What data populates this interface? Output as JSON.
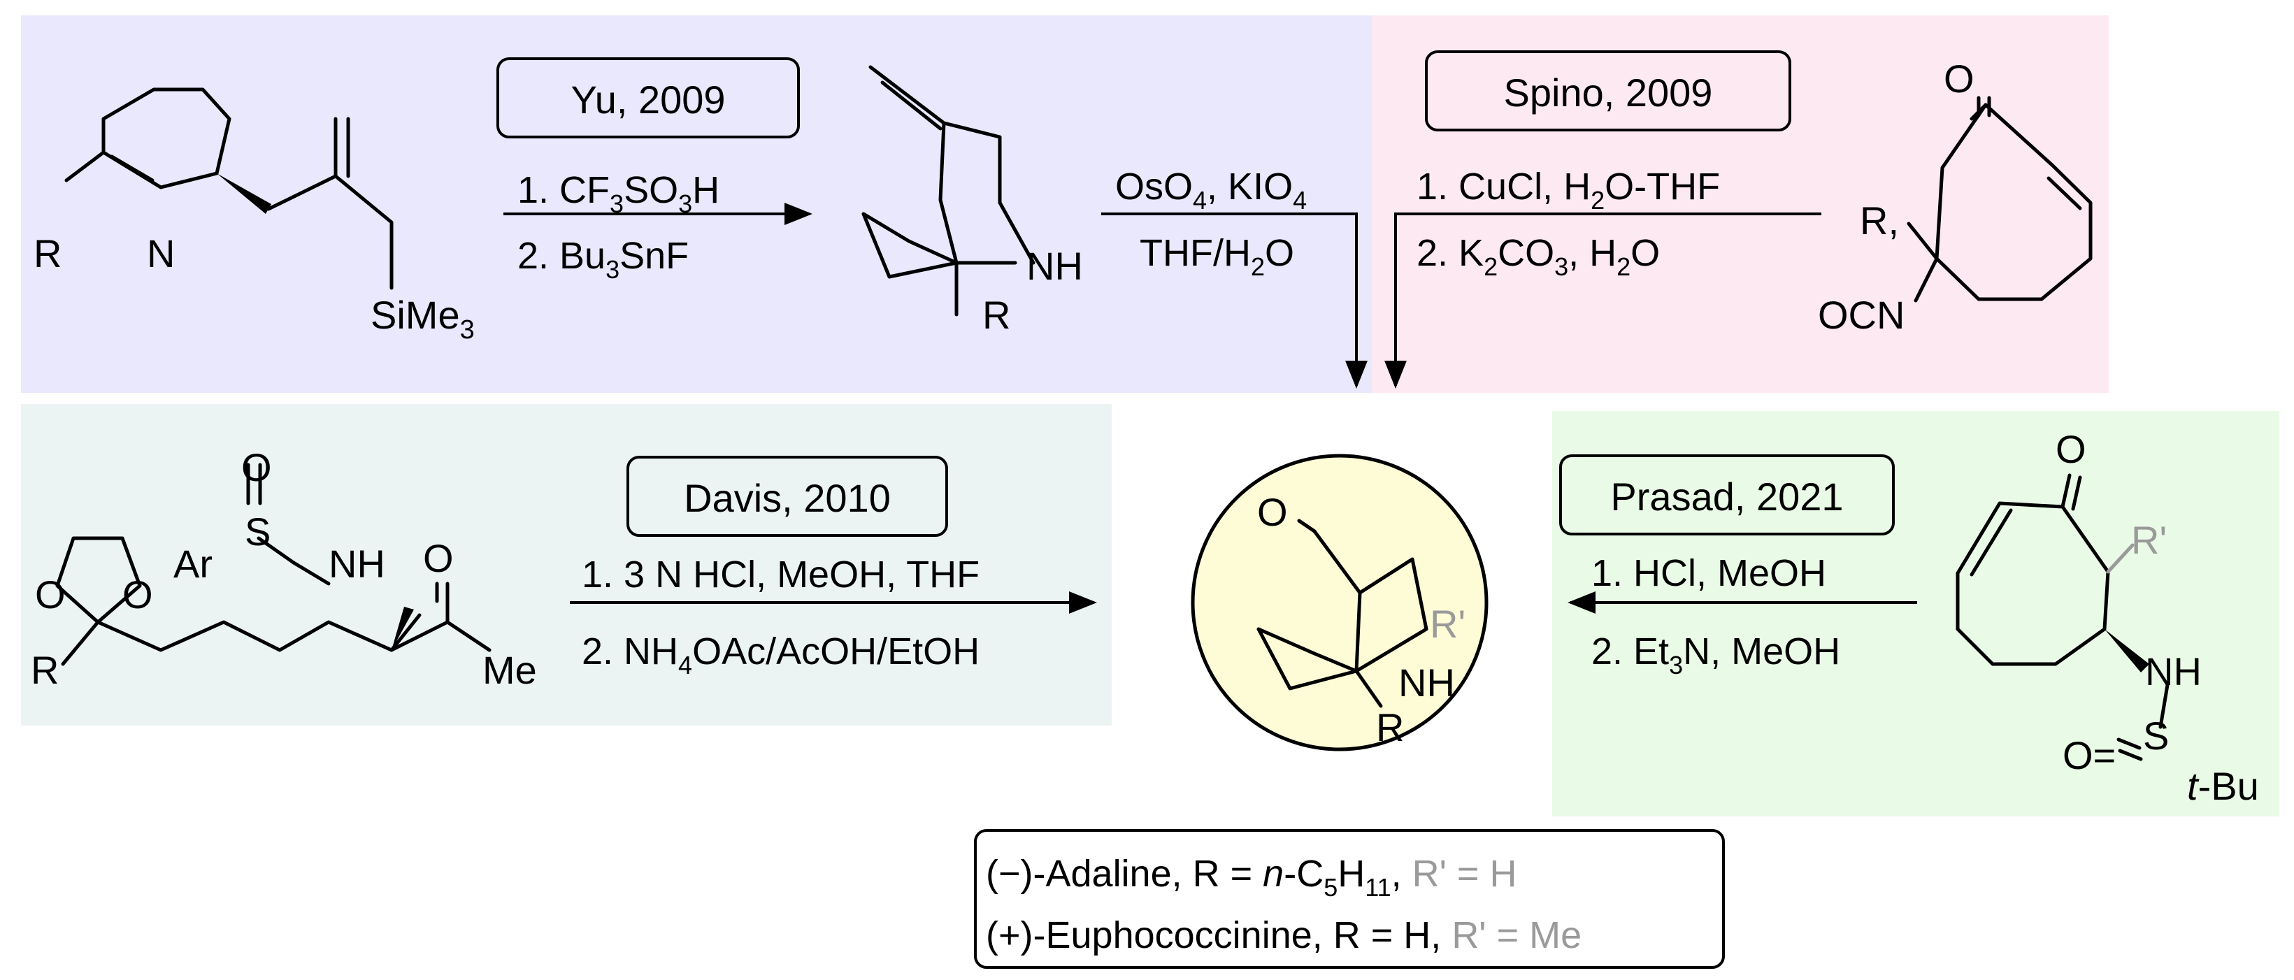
{
  "panels": {
    "yu": {
      "label": "Yu, 2009",
      "step1": "1. CF",
      "step1_sub": "3",
      "step1_mid": "SO",
      "step1_sub2": "3",
      "step1_end": "H",
      "step2": "2. Bu",
      "step2_sub": "3",
      "step2_end": "SnF"
    },
    "spino": {
      "label": "Spino, 2009",
      "step1": "1. CuCl, H",
      "step1_sub": "2",
      "step1_end": "O-THF",
      "step2": "2. K",
      "step2_sub": "2",
      "step2_mid": "CO",
      "step2_sub2": "3",
      "step2_mid2": ", H",
      "step2_sub3": "2",
      "step2_end": "O"
    },
    "oxidation": {
      "line1a": "OsO",
      "line1_sub": "4",
      "line1b": ", KIO",
      "line1_sub2": "4",
      "line2a": "THF/H",
      "line2_sub": "2",
      "line2b": "O"
    },
    "davis": {
      "label": "Davis, 2010",
      "step1": "1. 3 N HCl, MeOH, THF",
      "step2": "2. NH",
      "step2_sub": "4",
      "step2_end": "OAc/AcOH/EtOH"
    },
    "prasad": {
      "label": "Prasad, 2021",
      "step1": "1. HCl, MeOH",
      "step2": "2. Et",
      "step2_sub": "3",
      "step2_end": "N, MeOH"
    }
  },
  "structures": {
    "yu_sm": {
      "r": "R",
      "n": "N",
      "tms": "SiMe",
      "tms_sub": "3"
    },
    "yu_product": {
      "nh": "NH",
      "r": "R"
    },
    "spino_sm": {
      "o": "O",
      "r": "R,",
      "ocn": "OCN"
    },
    "davis_sm": {
      "o1": "O",
      "o2": "O",
      "r": "R",
      "ar": "Ar",
      "s": "S",
      "o_s": "O",
      "nh": "NH",
      "o_ket": "O",
      "me": "Me"
    },
    "target": {
      "o": "O",
      "rp": "R'",
      "nh": "NH",
      "r": "R"
    },
    "prasad_sm": {
      "o": "O",
      "rp": "R'",
      "nh": "NH",
      "s": "S",
      "o_s": "O=",
      "tbu": "t",
      "tbu_end": "-Bu"
    }
  },
  "products": {
    "line1_a": "(−)-Adaline, R = ",
    "line1_n": "n",
    "line1_b": "-C",
    "line1_sub1": "5",
    "line1_c": "H",
    "line1_sub2": "11",
    "line1_d": ", ",
    "line1_grey": "R' = H",
    "line2_a": "(+)-Euphococcinine, R = H, ",
    "line2_grey": "R' = Me"
  },
  "colors": {
    "yu_bg": "#e9e8fd",
    "spino_bg": "#fde9f2",
    "davis_bg": "#ebf4f3",
    "prasad_bg": "#e9fbe6",
    "target_bg": "#fdfcd7",
    "grey": "#9a9a9a"
  }
}
